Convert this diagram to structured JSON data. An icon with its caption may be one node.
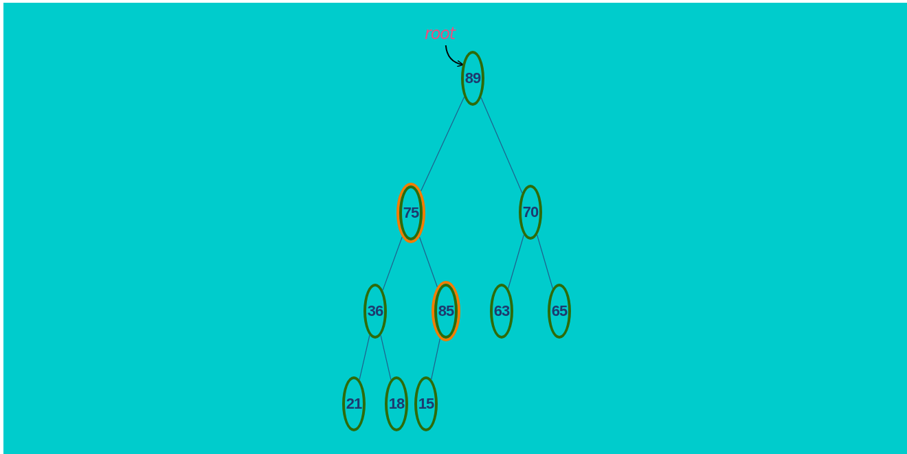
{
  "diagram": {
    "nodes": [
      {
        "text": [
          "root"
        ]
      },
      {
        "text": [
          "89"
        ]
      },
      {
        "text": [],
        "shape": "circle"
      },
      {
        "text": [
          "75"
        ],
        "in": 2
      },
      {
        "text": [
          "70"
        ]
      },
      {
        "text": [
          "36"
        ]
      },
      {
        "text": [],
        "shape": "circle"
      },
      {
        "text": [
          "85"
        ],
        "in": 6
      },
      {
        "text": [
          "63"
        ]
      },
      {
        "text": [
          "65"
        ]
      },
      {
        "text": [
          "21"
        ]
      },
      {
        "text": [
          "18"
        ]
      },
      {
        "text": [
          "15"
        ]
      }
    ],
    "edges": [
      {
        "from": 0,
        "to": 1,
        "arrow": "to",
        "color": "#000000"
      },
      {
        "from": 1,
        "to": 3,
        "arrow": "none"
      },
      {
        "from": 1,
        "to": 4,
        "arrow": "none"
      },
      {
        "from": 3,
        "to": 5,
        "arrow": "none"
      },
      {
        "from": 3,
        "to": 7,
        "arrow": "none"
      },
      {
        "from": 4,
        "to": 8,
        "arrow": "none"
      },
      {
        "from": 4,
        "to": 9,
        "arrow": "none"
      },
      {
        "from": 5,
        "to": 10,
        "arrow": "none"
      },
      {
        "from": 5,
        "to": 11,
        "arrow": "none"
      },
      {
        "from": 7,
        "to": 12,
        "arrow": "none"
      }
    ]
  }
}
